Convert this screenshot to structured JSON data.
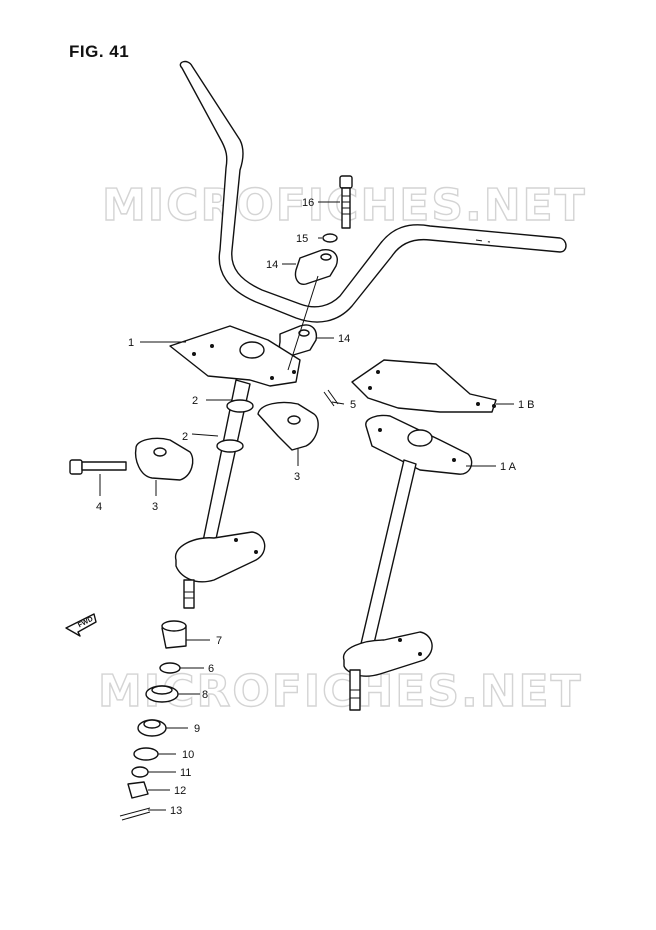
{
  "figure": {
    "title": "FIG. 41"
  },
  "watermark": {
    "text": "MICROFICHES.NET"
  },
  "fwd_arrow": {
    "label": "FWD"
  },
  "callouts": [
    {
      "id": "c1",
      "label": "1"
    },
    {
      "id": "c2a",
      "label": "2"
    },
    {
      "id": "c2b",
      "label": "2"
    },
    {
      "id": "c3a",
      "label": "3"
    },
    {
      "id": "c3b",
      "label": "3"
    },
    {
      "id": "c4",
      "label": "4"
    },
    {
      "id": "c5",
      "label": "5"
    },
    {
      "id": "c6",
      "label": "6"
    },
    {
      "id": "c7",
      "label": "7"
    },
    {
      "id": "c8",
      "label": "8"
    },
    {
      "id": "c9",
      "label": "9"
    },
    {
      "id": "c10",
      "label": "10"
    },
    {
      "id": "c11",
      "label": "11"
    },
    {
      "id": "c12",
      "label": "12"
    },
    {
      "id": "c13",
      "label": "13"
    },
    {
      "id": "c14a",
      "label": "14"
    },
    {
      "id": "c14b",
      "label": "14"
    },
    {
      "id": "c15",
      "label": "15"
    },
    {
      "id": "c16",
      "label": "16"
    },
    {
      "id": "c1A",
      "label": "1 A"
    },
    {
      "id": "c1B",
      "label": "1 B"
    }
  ],
  "colors": {
    "ink": "#111111",
    "watermark": "#d4d4d4",
    "background": "#ffffff"
  }
}
